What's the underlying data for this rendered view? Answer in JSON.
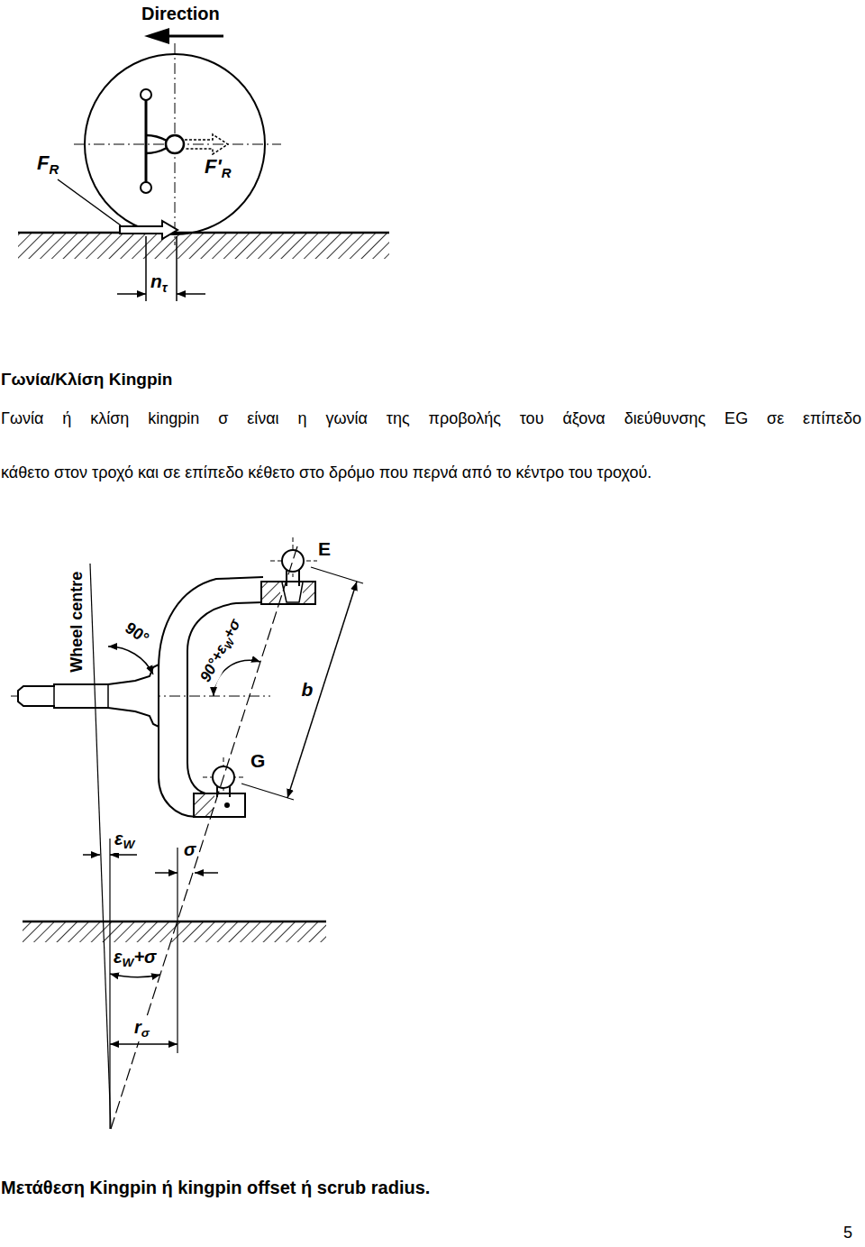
{
  "diagram": {
    "labels": [
      "Direction",
      "F",
      "R",
      "F'",
      "R",
      "n",
      "τ",
      "Γωνία/Κλίση Kingpin",
      "Γωνία ή κλίση kingpin σ είναι η γωνία της προβολής του άξονα διεύθυνσης EG σε επίπεδο",
      "κάθετο στον τροχό και σε επίπεδο κέθετο στο δρόμο που περνά από το κέντρο του τροχού.",
      "E",
      "Wheel centre",
      "90°",
      "90°+ε",
      "W",
      "+σ",
      "b",
      "G",
      "ε",
      "W",
      "σ",
      "ε",
      "W",
      "+σ",
      "r",
      "σ",
      "Μετάθεση Kingpin ή kingpin offset ή scrub radius.",
      "5"
    ]
  }
}
